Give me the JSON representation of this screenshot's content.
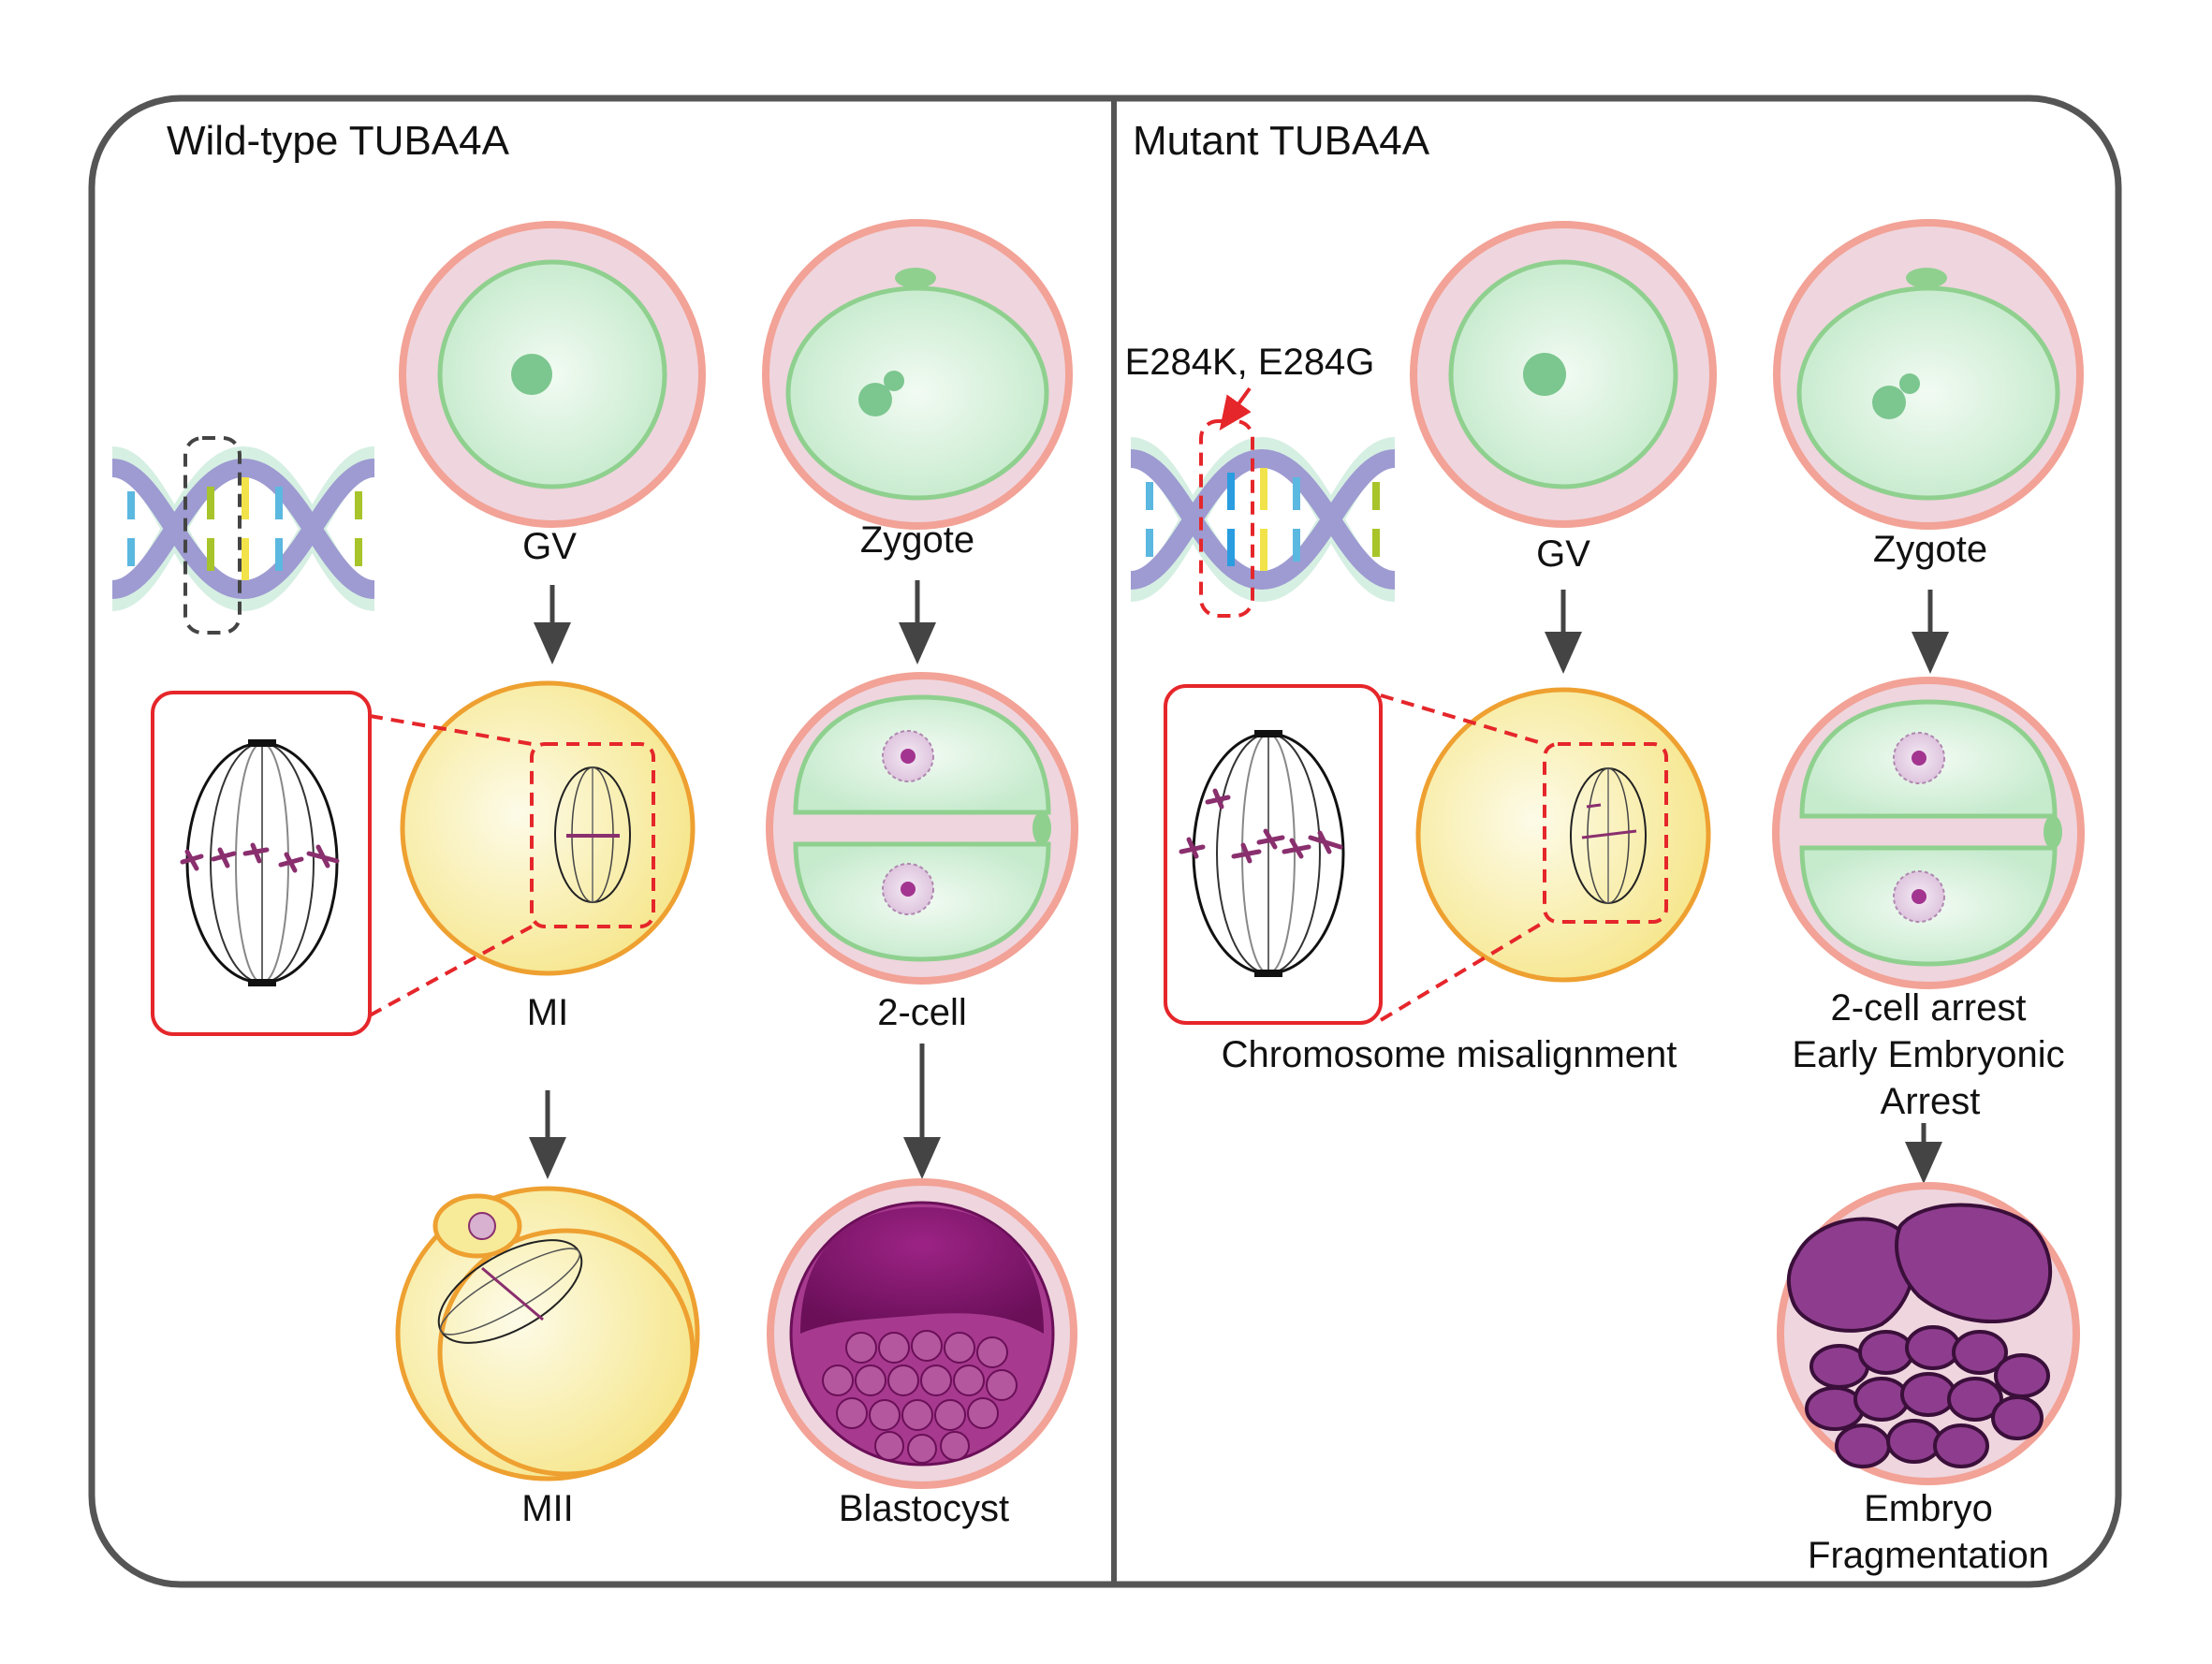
{
  "left_panel": {
    "title": "Wild-type TUBA4A",
    "stages": {
      "gv": "GV",
      "mi": "MI",
      "mii": "MII",
      "zygote": "Zygote",
      "two_cell": "2-cell",
      "blastocyst": "Blastocyst"
    }
  },
  "right_panel": {
    "title": "Mutant TUBA4A",
    "mutation": "E284K, E284G",
    "stages": {
      "gv": "GV",
      "zygote": "Zygote",
      "misalignment": "Chromosome misalignment",
      "arrest_line1": "2-cell arrest",
      "arrest_line2": "Early Embryonic",
      "arrest_line3": "Arrest",
      "frag_line1": "Embryo",
      "frag_line2": "Fragmentation"
    }
  },
  "colors": {
    "frame": "#555555",
    "zona": "#f2a296",
    "zona_fill": "#efd5de",
    "ooplasm": "#c9ecd0",
    "ooplasm_stroke": "#8fd08f",
    "nucleolus": "#7cc68f",
    "mi_fill": "#f7eb9a",
    "mi_stroke": "#eea030",
    "highlight": "#e5262a",
    "chromosome": "#8a2f6e",
    "blastocyst": "#8b1a72",
    "fragment": "#8e3d8e",
    "arrow": "#444444"
  }
}
